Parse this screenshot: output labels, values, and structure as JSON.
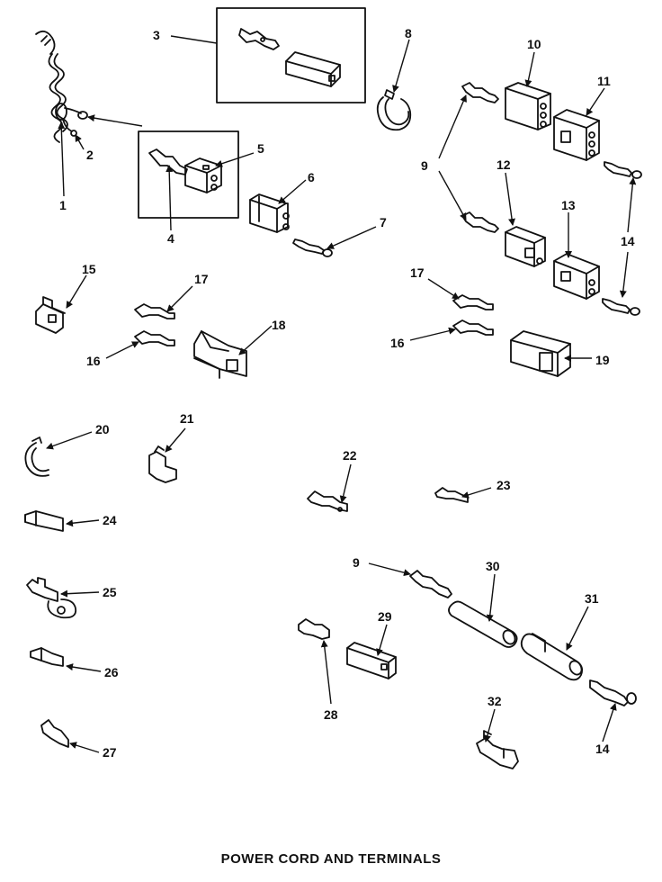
{
  "title": "POWER CORD AND TERMINALS",
  "callouts": {
    "c1": "1",
    "c2": "2",
    "c3": "3",
    "c4": "4",
    "c5": "5",
    "c6": "6",
    "c7": "7",
    "c8": "8",
    "c9a": "9",
    "c9b": "9",
    "c10": "10",
    "c11": "11",
    "c12": "12",
    "c13": "13",
    "c14a": "14",
    "c14b": "14",
    "c15": "15",
    "c16a": "16",
    "c16b": "16",
    "c17a": "17",
    "c17b": "17",
    "c18": "18",
    "c19": "19",
    "c20": "20",
    "c21": "21",
    "c22": "22",
    "c23": "23",
    "c24": "24",
    "c25": "25",
    "c26": "26",
    "c27": "27",
    "c28": "28",
    "c29": "29",
    "c30": "30",
    "c31": "31",
    "c32": "32"
  }
}
